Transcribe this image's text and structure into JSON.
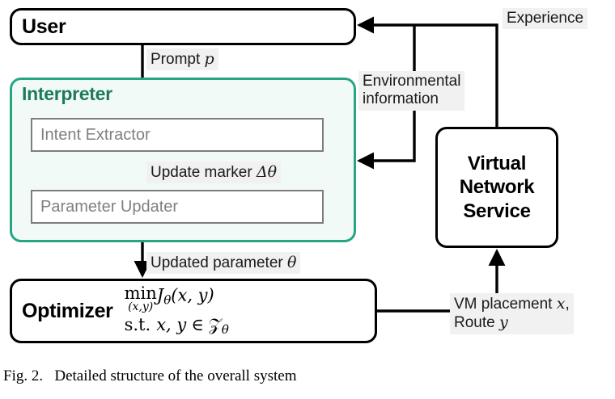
{
  "figure": {
    "caption": "Fig. 2.   Detailed structure of the overall system",
    "colors": {
      "interpreter_border": "#27a583",
      "interpreter_fill": "#f2faf7",
      "interpreter_title": "#1d7a5c",
      "subbox_border": "#7d7d7d",
      "subbox_text": "#808080",
      "label_plate": "#f1f1f1",
      "line": "#000000"
    }
  },
  "nodes": {
    "user": {
      "label": "User"
    },
    "interpreter": {
      "title": "Interpreter",
      "blocks": [
        {
          "label": "Intent Extractor"
        },
        {
          "label": "Parameter Updater"
        }
      ]
    },
    "optimizer": {
      "label": "Optimizer",
      "objective_op": "min",
      "objective_sub": "(x,y)",
      "objective_body": "J",
      "objective_body_sub": "θ",
      "objective_args": "(x, y)",
      "constraint_prefix": "s.t.",
      "constraint_vars": "x, y",
      "constraint_in": "∈",
      "constraint_set": "𝒵",
      "constraint_set_sub": "θ"
    },
    "virtual_network_service": {
      "line1": "Virtual",
      "line2": "Network",
      "line3": "Service"
    }
  },
  "edges": {
    "prompt": {
      "label": "Prompt ",
      "math": "p"
    },
    "update_marker": {
      "label": "Update marker ",
      "math": "Δθ"
    },
    "updated_parameter": {
      "label": "Updated parameter ",
      "math": "θ"
    },
    "environmental_information": {
      "line1": "Environmental",
      "line2": "information"
    },
    "experience": {
      "label": "Experience"
    },
    "vm_placement": {
      "line1_a": "VM placement ",
      "line1_math": "x",
      "line1_b": ",",
      "line2_a": "Route ",
      "line2_math": "y"
    }
  }
}
